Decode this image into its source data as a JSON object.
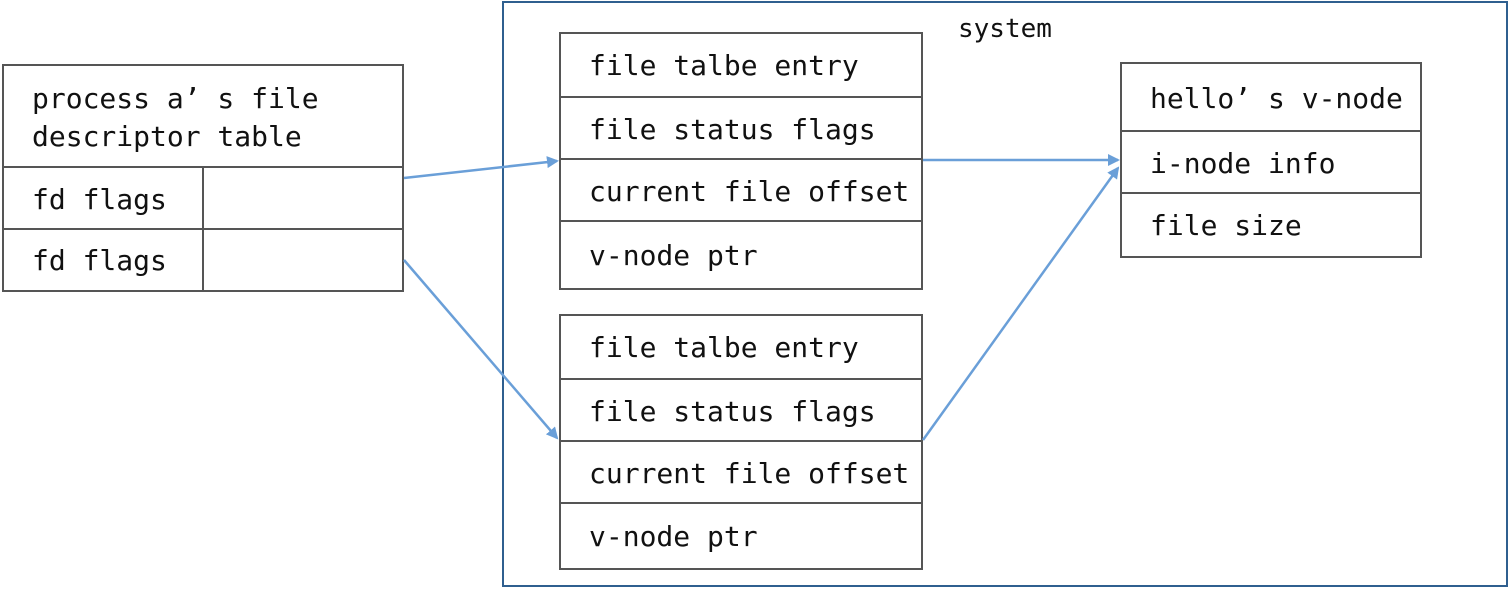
{
  "process_table": {
    "title_line1": "process a’ s file",
    "title_line2": "descriptor table",
    "rows": [
      {
        "label": "fd flags"
      },
      {
        "label": "fd flags"
      }
    ]
  },
  "system": {
    "label": "system",
    "file_tables": [
      {
        "rows": [
          "file talbe entry",
          "file status flags",
          "current file offset",
          "v-node ptr"
        ]
      },
      {
        "rows": [
          "file talbe entry",
          "file status flags",
          "current file offset",
          "v-node ptr"
        ]
      }
    ],
    "vnode": {
      "rows": [
        "hello’ s v-node",
        "i-node info",
        "file size"
      ]
    }
  },
  "colors": {
    "arrow": "#6a9fd8",
    "frame": "#2f5f8f",
    "border": "#555555"
  }
}
